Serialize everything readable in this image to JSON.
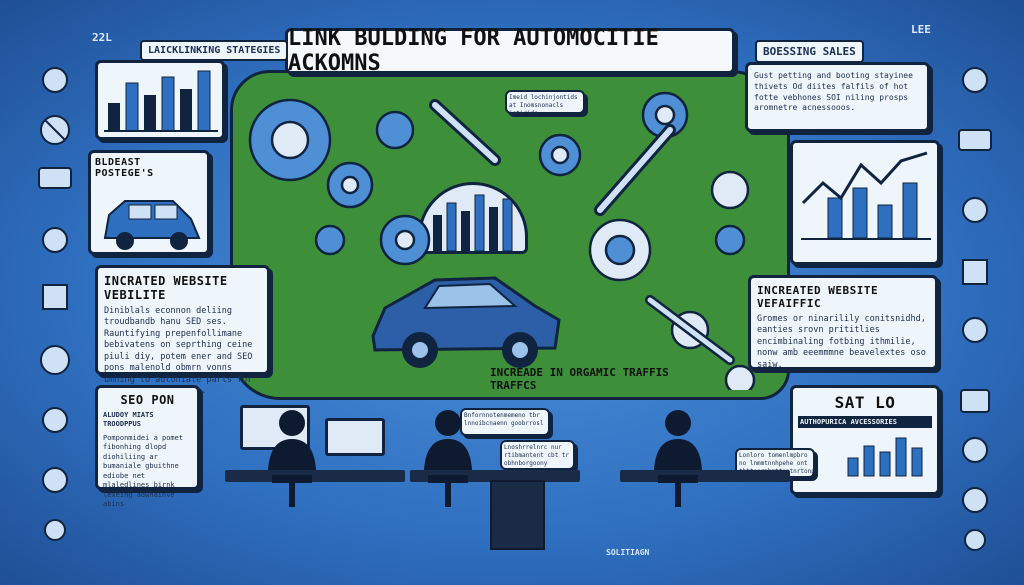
{
  "title": "LINK BULDING FOR AUTOMOCITIE ACKOMNS",
  "corner_tag": "22L",
  "right_corner_tag": "LEE",
  "top_left_tag": "LAICKLINKING STATEGIES",
  "top_right_tag": "BOESSING SALES",
  "top_right_text": "Gust petting and booting stayinee thivets Od diites falfils of hot fotte vebhones SOI niling prosps aromnetre acnessooos.",
  "left_box_title": "BLDEAST POSTEGE'S",
  "left_mid_title": "INCRATED WEBSITE VEBILITE",
  "left_mid_text": "Diniblals econnon deliing troudbandb hanu SED ses. Rauntifying prepenfollimane bebivatens on seprthing ceine piuli diy, potem ener and SEO pons malenold obmrn vonns umhing to autoniale parts for acconotive warilfes.",
  "center_note": "Imeid lochinjontids at Inomsnonacls iatirids",
  "right_mid_title": "INCREATED WEBSITE VEFAIFFIC",
  "right_mid_text": "Gromes or ninarilily conitsnidhd, eanties srovn prititlies encimbinaling fotbing ithmilie, nonw amb eeemmmne beavelextes oso saiw.",
  "banner": "INCREADE IN ORGAMIC TRAFFIS TRAFFCS",
  "bottom_left_title": "SEO PON",
  "bottom_left_sub": "ALUDOY MIATS TROODPPUS",
  "bottom_left_text": "Pomponmidei a pomet fibonhing dlopd diohiliing ar bumaniale gbuithne ediobe net mlaledlines birnk lexeing adwhainve abins",
  "bottom_mid_note1": "Bnfornnotenmemeno tbr lnnoibcnaenn goobrrosl",
  "bottom_mid_note2": "Lnoshrrelnrc nur rtibmantent cbt tr obhnborgoony",
  "bottom_right_note": "Lonloro tomenlmpbro no lnmmtnnhpehe ont tbttenrmbmttentnrtonpr",
  "bottom_right_title": "SAT LO",
  "bottom_right_sub": "AUTHOPURICA AVCESSORIES",
  "bottom_label": "SOLITIAGN",
  "colors": {
    "accent": "#2f6fc0",
    "green": "#3e8f3a",
    "ink": "#10233f"
  }
}
